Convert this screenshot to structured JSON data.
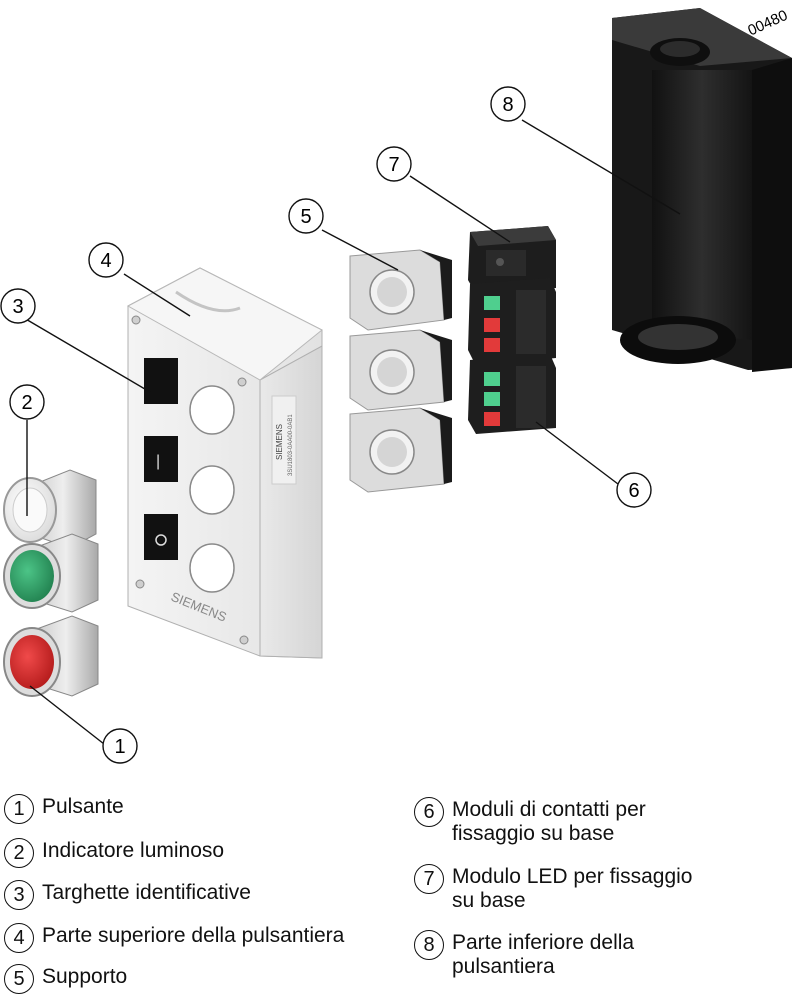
{
  "figure": {
    "code": "IC01_00480",
    "plate_text": "SIEMENS",
    "side_label_brand": "SIEMENS",
    "side_label_code": "3SU1803-0AA00-0AB1",
    "callouts": [
      "1",
      "2",
      "3",
      "4",
      "5",
      "6",
      "7",
      "8"
    ]
  },
  "legend": [
    {
      "num": "1",
      "label": "Pulsante"
    },
    {
      "num": "2",
      "label": "Indicatore luminoso"
    },
    {
      "num": "3",
      "label": "Targhette identificative"
    },
    {
      "num": "4",
      "label": "Parte superiore della pulsantiera"
    },
    {
      "num": "5",
      "label": "Supporto"
    },
    {
      "num": "6",
      "label": "Moduli di contatti per\nfissaggio su base"
    },
    {
      "num": "7",
      "label": "Modulo LED per fissaggio\nsu base"
    },
    {
      "num": "8",
      "label": "Parte inferiore della\npulsantiera"
    }
  ],
  "colors": {
    "enclosure": "#ececec",
    "enclosure_edge": "#b8b8b8",
    "dark_part": "#1c1c1c",
    "button_green": "#2f9a62",
    "button_red": "#d42a2a",
    "contact_green": "#4fcf8e",
    "contact_red": "#e23a3a"
  }
}
